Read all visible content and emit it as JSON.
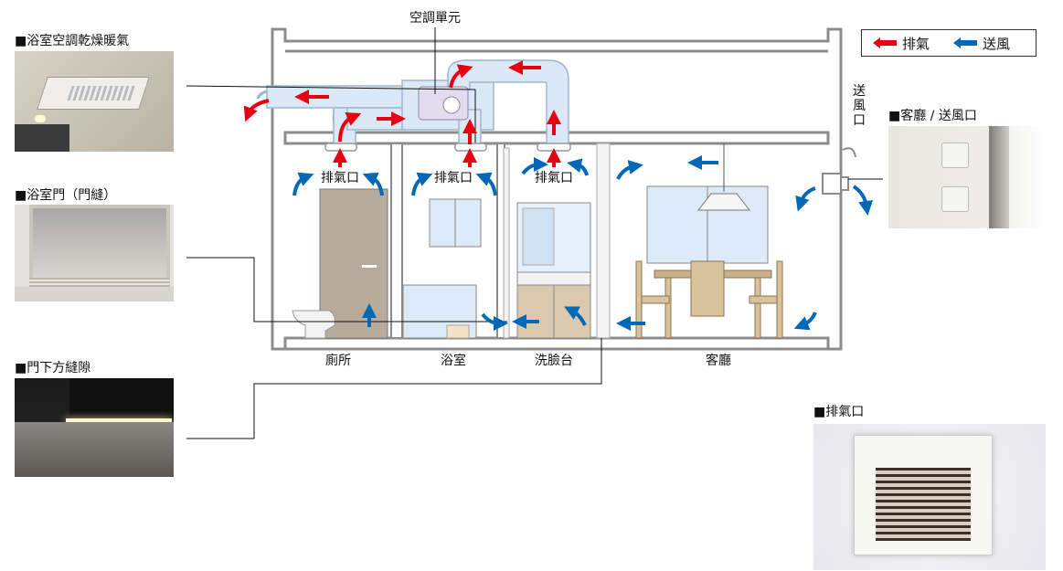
{
  "legend": {
    "exhaust": "排氣",
    "supply": "送風"
  },
  "unit_label": "空調單元",
  "vent_labels": [
    "排氣口",
    "排氣口",
    "排氣口"
  ],
  "supply_port_vertical": [
    "送",
    "風",
    "口"
  ],
  "rooms": [
    "廁所",
    "浴室",
    "洗臉台",
    "客廳"
  ],
  "photos": {
    "bath_unit": "■浴室空調乾燥暖氣",
    "bath_door": "■浴室門（門縫）",
    "door_gap": "■門下方縫隙",
    "living_port": "■客廳 / 送風口",
    "exhaust_port": "■排氣口"
  },
  "colors": {
    "exhaust": "#e60012",
    "supply": "#0068b7",
    "duct": "#dbe9f6",
    "wall": "#8c8c8c"
  }
}
